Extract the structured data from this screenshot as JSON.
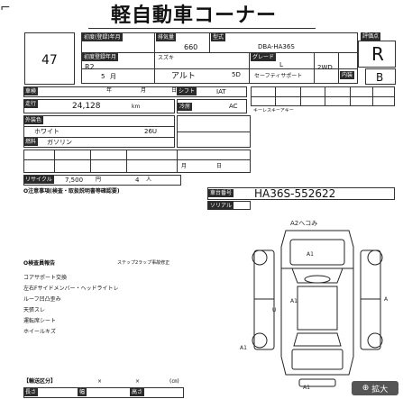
{
  "sheet": {
    "title": "軽自動車コーナー",
    "lot_number": "47",
    "model_code_label": "型式",
    "model_code": "DBA-HA36S",
    "displacement": "660",
    "first_reg_label": "初度登録年月",
    "first_reg_year": "R2",
    "first_reg_month": "5",
    "month_unit": "月",
    "maker": "スズキ",
    "car_name": "アルト",
    "doors": "5D",
    "grade_label": "グレード",
    "grade": "L",
    "grade_sub": "セーフティサポート",
    "drive": "2WD",
    "evaluation_label": "評価点",
    "evaluation": "R",
    "interior_label": "内装",
    "interior": "B",
    "ac": "AC",
    "transmission": "IAT",
    "mileage": "24,128",
    "mileage_unit": "km",
    "color": "ホワイト",
    "color_code": "26U",
    "fuel": "ガソリン",
    "recycle_fee": "7,500",
    "recycle_unit": "円",
    "seats": "4",
    "seats_unit": "人",
    "chassis_no": "HA36S-552622",
    "keyless": "キーレスキーアキー",
    "notice": "O注意事項(検査・取扱説明書等確認要)"
  },
  "notes": {
    "header": "O検査員報告",
    "header2": "ステップ2ラップ事故修正",
    "lines": [
      "コアサポート交換",
      "左右Fサイドメンバー・ヘッドライトレ",
      "ルーフ凹凸歪み",
      "天張スレ",
      "運転席シート",
      "ホイールキズ"
    ],
    "footer_label": "【輸送区分】",
    "footer_cols": [
      "長さ",
      "幅",
      "高さ"
    ]
  },
  "diagram": {
    "labels": [
      "A2ヘコみ",
      "A1",
      "A1",
      "U",
      "A",
      "A1",
      "A1"
    ]
  },
  "ui": {
    "zoom_button": "拡大"
  }
}
